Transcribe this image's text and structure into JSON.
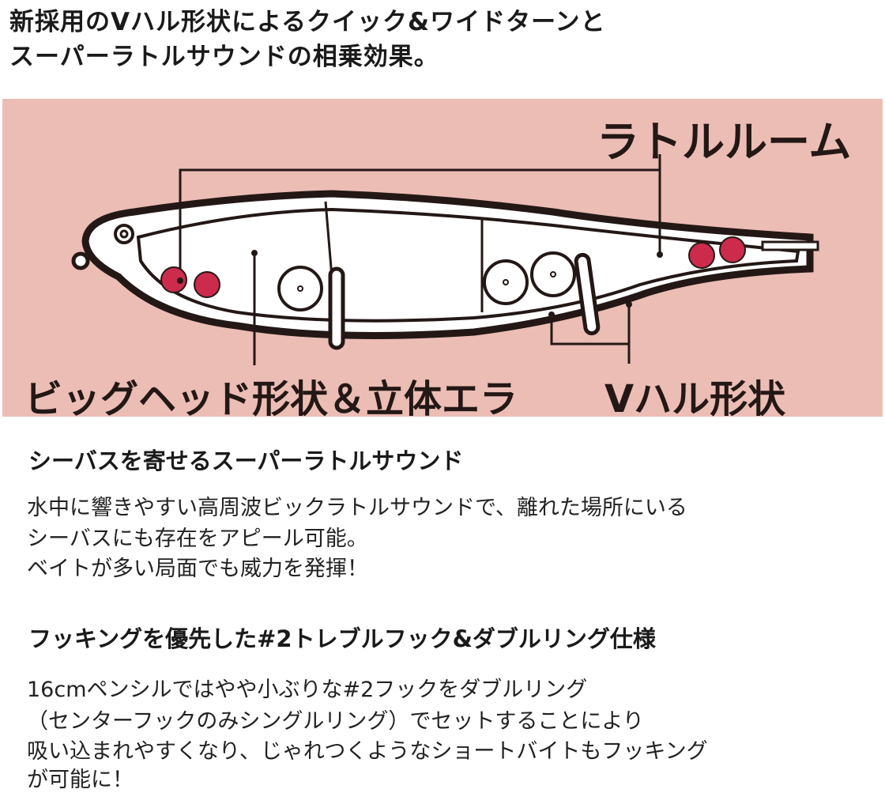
{
  "title": {
    "line1": "新採用のVハル形状によるクイック&ワイドターンと",
    "line2": "スーパーラトルサウンドの相乗効果。"
  },
  "diagram": {
    "labels": {
      "rattle_room": "ラトルルーム",
      "big_head": "ビッグヘッド形状＆立体エラ",
      "v_hull": "Vハル形状"
    },
    "colors": {
      "background": "#ecbdb5",
      "rattle": "#cc2b4c",
      "outline": "#231815"
    }
  },
  "sections": [
    {
      "heading": "シーバスを寄せるスーパーラトルサウンド",
      "lines": [
        "水中に響きやすい高周波ビックラトルサウンドで、離れた場所にいる",
        "シーバスにも存在をアピール可能。",
        "ベイトが多い局面でも威力を発揮！"
      ]
    },
    {
      "heading": "フッキングを優先した#2トレブルフック&ダブルリング仕様",
      "lines": [
        "16cmペンシルではやや小ぶりな#2フックをダブルリング",
        "（センターフックのみシングルリング）でセットすることにより",
        "吸い込まれやすくなり、じゃれつくようなショートバイトもフッキング",
        "が可能に！"
      ]
    }
  ]
}
